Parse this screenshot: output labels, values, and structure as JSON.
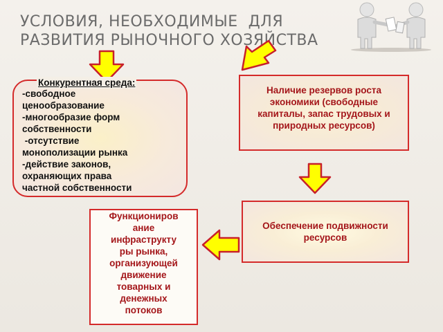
{
  "slide": {
    "title_lines": [
      "Условия, необходимые  для",
      "развития рыночного хозяйства"
    ]
  },
  "boxes": {
    "competition": {
      "heading": "Конкурентная среда:",
      "lines": [
        "-свободное",
        "ценообразование",
        "-многообразие форм",
        "собственности",
        " -отсутствие",
        "монополизации рынка",
        "-действие законов,",
        "охраняющих права",
        "частной собственности"
      ]
    },
    "reserves": {
      "text": "Наличие резервов роста экономики (свободные капиталы, запас трудовых и природных ресурсов)"
    },
    "mobility": {
      "text": "Обеспечение подвижности ресурсов"
    },
    "infrastructure": {
      "lines": [
        "Функциониров",
        "ание",
        "инфраструкту",
        "ры рынка,",
        "организующей",
        "движение",
        "товарных и",
        "денежных",
        "потоков"
      ]
    }
  },
  "colors": {
    "box_border": "#d42a2a",
    "box_text": "#a4161a",
    "arrow_fill": "#ffff00",
    "arrow_stroke": "#c8202a",
    "title_text": "#6b6b6b"
  },
  "icons": [
    "arrow-down-icon",
    "arrow-down-left-icon",
    "arrow-down-icon",
    "arrow-left-icon",
    "people-figures-icon"
  ]
}
